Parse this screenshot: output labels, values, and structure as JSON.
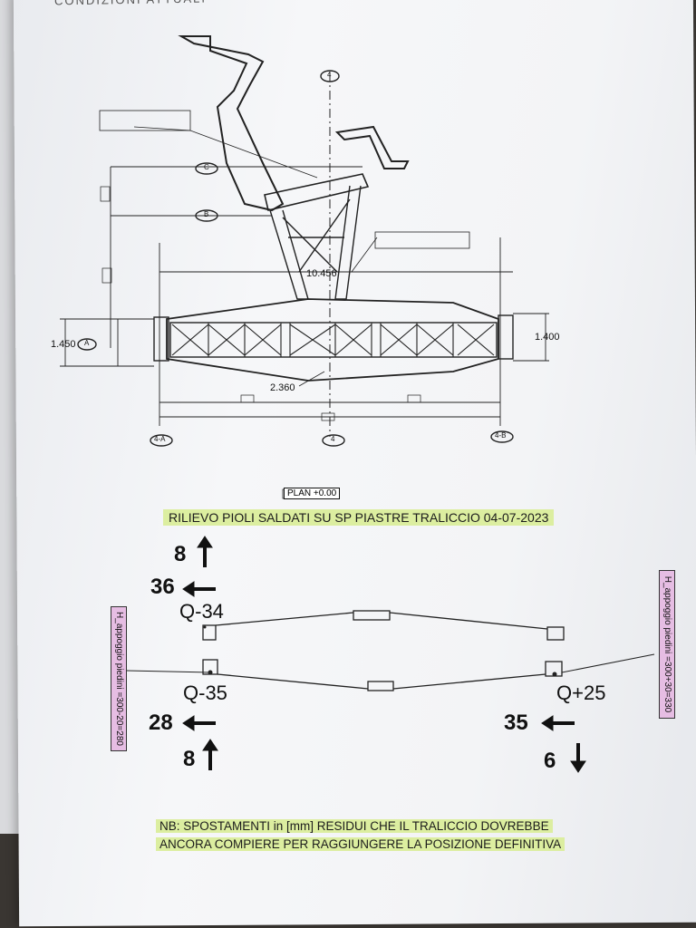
{
  "header_scribble": "CONDIZIONI ATTUALI",
  "drawing": {
    "dims": {
      "d1": "10.456",
      "d2": "1.450",
      "d3": "1.400",
      "d4": "2.360"
    },
    "grid_tags": {
      "g1": "4",
      "g2": "4",
      "g3": "4-A",
      "g4": "4-B",
      "gA": "A",
      "gB": "B",
      "gC": "C"
    },
    "plan_label": "PLAN +0.00"
  },
  "title": "RILIEVO PIOLI SALDATI SU SP PIASTRE TRALICCIO 04-07-2023",
  "markers": {
    "top_left": {
      "up": "8",
      "left": "36",
      "label": "Q-34"
    },
    "bottom_left": {
      "label": "Q-35",
      "left": "28",
      "up": "8"
    },
    "bottom_right": {
      "label": "Q+25",
      "left": "35",
      "down": "6"
    }
  },
  "pink_labels": {
    "left": "H_appoggio piedini =300-20=280",
    "right": "H_appoggio piedini =300+30=330"
  },
  "note": {
    "line1": "NB: SPOSTAMENTI in [mm] RESIDUI CHE IL TRALICCIO DOVREBBE",
    "line2": "ANCORA COMPIERE PER RAGGIUNGERE LA POSIZIONE DEFINITIVA"
  },
  "colors": {
    "highlight": "#dceea0",
    "pink": "#e6bde3"
  }
}
